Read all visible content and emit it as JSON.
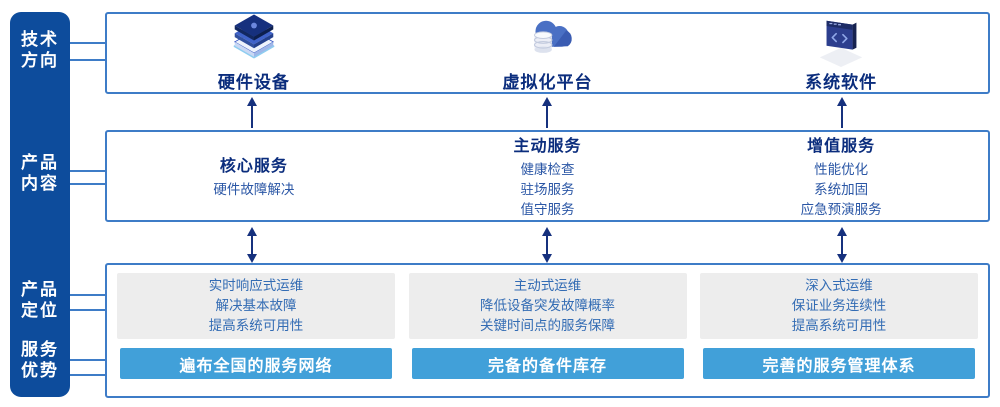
{
  "sidebar": {
    "items": [
      {
        "label": "技术方向",
        "line1": "技术",
        "line2": "方向"
      },
      {
        "label": "产品内容",
        "line1": "产品",
        "line2": "内容"
      },
      {
        "label": "产品定位",
        "line1": "产品",
        "line2": "定位"
      },
      {
        "label": "服务优势",
        "line1": "服务",
        "line2": "优势"
      }
    ]
  },
  "tech_row": {
    "items": [
      {
        "label": "硬件设备",
        "icon": "server-stack-icon"
      },
      {
        "label": "虚拟化平台",
        "icon": "cloud-database-icon"
      },
      {
        "label": "系统软件",
        "icon": "software-window-icon"
      }
    ]
  },
  "content_row": {
    "columns": [
      {
        "heading": "核心服务",
        "items": [
          "硬件故障解决"
        ]
      },
      {
        "heading": "主动服务",
        "items": [
          "健康检查",
          "驻场服务",
          "值守服务"
        ]
      },
      {
        "heading": "增值服务",
        "items": [
          "性能优化",
          "系统加固",
          "应急预演服务"
        ]
      }
    ]
  },
  "bottom_row": {
    "columns": [
      {
        "positioning": [
          "实时响应式运维",
          "解决基本故障",
          "提高系统可用性"
        ],
        "advantage": "遍布全国的服务网络"
      },
      {
        "positioning": [
          "主动式运维",
          "降低设备突发故障概率",
          "关键时间点的服务保障"
        ],
        "advantage": "完备的备件库存"
      },
      {
        "positioning": [
          "深入式运维",
          "保证业务连续性",
          "提高系统可用性"
        ],
        "advantage": "完善的服务管理体系"
      }
    ]
  },
  "colors": {
    "sidebar_bg": "#0d4c9c",
    "box_border": "#3e7cc7",
    "heading_text": "#0b2d7d",
    "body_text": "#2a56a5",
    "panel_bg": "#ededed",
    "panel_text": "#336cb4",
    "bar_bg": "#41a0d9",
    "bar_text": "#ffffff",
    "arrow": "#16317e"
  }
}
